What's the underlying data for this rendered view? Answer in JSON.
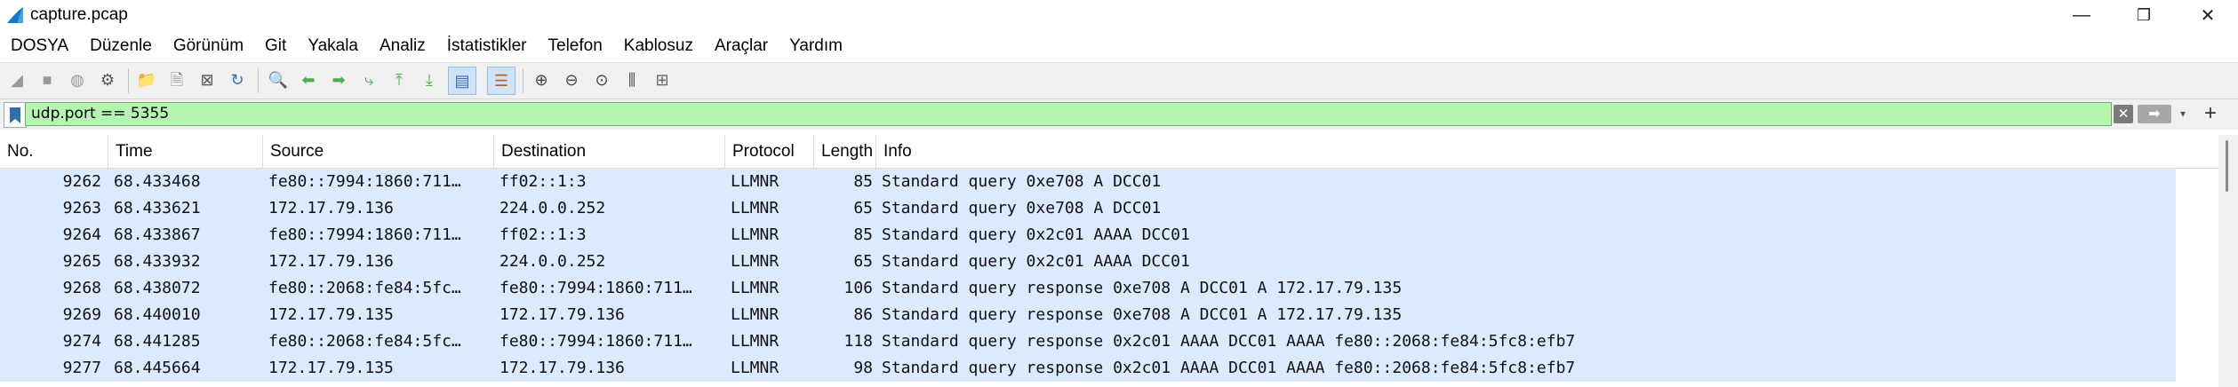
{
  "window": {
    "title": "capture.pcap",
    "app_icon": "wireshark-fin-icon",
    "minimize_glyph": "—",
    "restore_glyph": "❐",
    "close_glyph": "✕"
  },
  "menu": [
    "DOSYA",
    "Düzenle",
    "Görünüm",
    "Git",
    "Yakala",
    "Analiz",
    "İstatistikler",
    "Telefon",
    "Kablosuz",
    "Araçlar",
    "Yardım"
  ],
  "toolbar": {
    "icons": [
      {
        "name": "start-capture-icon",
        "glyph": "◢",
        "color": "#9a9a9a"
      },
      {
        "name": "stop-capture-icon",
        "glyph": "■",
        "color": "#9a9a9a"
      },
      {
        "name": "restart-capture-icon",
        "glyph": "◍",
        "color": "#9a9a9a"
      },
      {
        "name": "capture-options-icon",
        "glyph": "⚙",
        "color": "#555555"
      },
      {
        "name": "open-file-icon",
        "glyph": "📁",
        "color": "#e0a820"
      },
      {
        "name": "save-file-icon",
        "glyph": "🗎",
        "color": "#8a8a8a"
      },
      {
        "name": "close-file-icon",
        "glyph": "⊠",
        "color": "#555555"
      },
      {
        "name": "reload-file-icon",
        "glyph": "↻",
        "color": "#3a6fb0"
      },
      {
        "name": "find-packet-icon",
        "glyph": "🔍",
        "color": "#444444"
      },
      {
        "name": "go-back-icon",
        "glyph": "⬅",
        "color": "#4caf50"
      },
      {
        "name": "go-forward-icon",
        "glyph": "➡",
        "color": "#4caf50"
      },
      {
        "name": "go-to-packet-icon",
        "glyph": "⤷",
        "color": "#4caf50"
      },
      {
        "name": "first-packet-icon",
        "glyph": "⤒",
        "color": "#4caf50"
      },
      {
        "name": "last-packet-icon",
        "glyph": "⤓",
        "color": "#4caf50"
      },
      {
        "name": "auto-scroll-icon",
        "glyph": "▤",
        "color": "#3a6fb0"
      },
      {
        "name": "colorize-icon",
        "glyph": "☰",
        "color": "#b5651d"
      },
      {
        "name": "zoom-in-icon",
        "glyph": "⊕",
        "color": "#444444"
      },
      {
        "name": "zoom-out-icon",
        "glyph": "⊖",
        "color": "#444444"
      },
      {
        "name": "normal-size-icon",
        "glyph": "⊙",
        "color": "#444444"
      },
      {
        "name": "resize-columns-icon",
        "glyph": "⫼",
        "color": "#444444"
      },
      {
        "name": "layout-icon",
        "glyph": "⊞",
        "color": "#666666"
      }
    ]
  },
  "filter": {
    "value": "udp.port == 5355",
    "bookmark_icon": "bookmark-icon",
    "clear_glyph": "✕",
    "apply_glyph": "➡",
    "dropdown_glyph": "▾",
    "add_glyph": "+"
  },
  "columns": [
    "No.",
    "Time",
    "Source",
    "Destination",
    "Protocol",
    "Length",
    "Info"
  ],
  "rows": [
    {
      "no": "9262",
      "time": "68.433468",
      "source": "fe80::7994:1860:711…",
      "destination": "ff02::1:3",
      "protocol": "LLMNR",
      "length": "85",
      "info": "Standard query 0xe708 A DCC01"
    },
    {
      "no": "9263",
      "time": "68.433621",
      "source": "172.17.79.136",
      "destination": "224.0.0.252",
      "protocol": "LLMNR",
      "length": "65",
      "info": "Standard query 0xe708 A DCC01"
    },
    {
      "no": "9264",
      "time": "68.433867",
      "source": "fe80::7994:1860:711…",
      "destination": "ff02::1:3",
      "protocol": "LLMNR",
      "length": "85",
      "info": "Standard query 0x2c01 AAAA DCC01"
    },
    {
      "no": "9265",
      "time": "68.433932",
      "source": "172.17.79.136",
      "destination": "224.0.0.252",
      "protocol": "LLMNR",
      "length": "65",
      "info": "Standard query 0x2c01 AAAA DCC01"
    },
    {
      "no": "9268",
      "time": "68.438072",
      "source": "fe80::2068:fe84:5fc…",
      "destination": "fe80::7994:1860:711…",
      "protocol": "LLMNR",
      "length": "106",
      "info": "Standard query response 0xe708 A DCC01 A 172.17.79.135"
    },
    {
      "no": "9269",
      "time": "68.440010",
      "source": "172.17.79.135",
      "destination": "172.17.79.136",
      "protocol": "LLMNR",
      "length": "86",
      "info": "Standard query response 0xe708 A DCC01 A 172.17.79.135"
    },
    {
      "no": "9274",
      "time": "68.441285",
      "source": "fe80::2068:fe84:5fc…",
      "destination": "fe80::7994:1860:711…",
      "protocol": "LLMNR",
      "length": "118",
      "info": "Standard query response 0x2c01 AAAA DCC01 AAAA fe80::2068:fe84:5fc8:efb7"
    },
    {
      "no": "9277",
      "time": "68.445664",
      "source": "172.17.79.135",
      "destination": "172.17.79.136",
      "protocol": "LLMNR",
      "length": "98",
      "info": "Standard query response 0x2c01 AAAA DCC01 AAAA fe80::2068:fe84:5fc8:efb7"
    }
  ],
  "colors": {
    "row_bg": "#dbeafe",
    "filter_valid_bg": "#b4f5b0"
  }
}
